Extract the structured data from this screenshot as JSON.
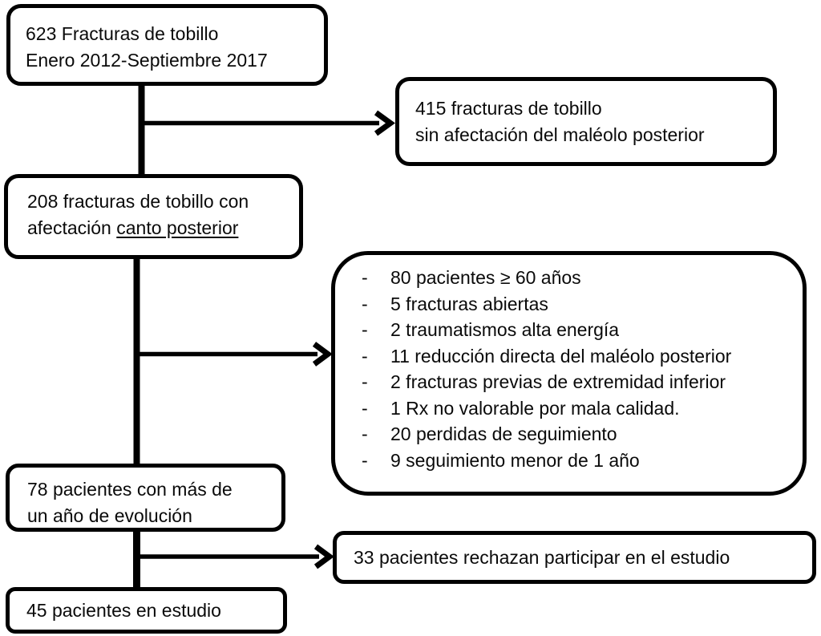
{
  "figure": {
    "dash": "-",
    "colors": {
      "stroke": "#000000",
      "background": "#ffffff",
      "text": "#0a0a0a"
    },
    "boxes": {
      "total": {
        "line1": "623 Fracturas de tobillo",
        "line2": "Enero 2012-Septiembre 2017"
      },
      "excluded_no_posterior": {
        "line1": "415 fracturas de tobillo",
        "line2": "sin afectación del maléolo posterior"
      },
      "posterior_involvement": {
        "line1": "208 fracturas de tobillo con",
        "line2_prefix": "afectación ",
        "line2_underlined": "canto posterior"
      },
      "exclusions": {
        "items": [
          "80 pacientes ≥ 60 años",
          "5 fracturas abiertas",
          "2 traumatismos alta energía",
          "11 reducción directa del maléolo posterior",
          "2 fracturas previas de extremidad inferior",
          "1 Rx no valorable por mala calidad.",
          "20 perdidas de seguimiento",
          "9 seguimiento menor de 1 año"
        ]
      },
      "one_year_followup": {
        "line1": "78 pacientes con más de",
        "line2": "un año de evolución"
      },
      "refused": {
        "text": "33 pacientes rechazan participar en el estudio"
      },
      "final_cohort": {
        "text": "45 pacientes en estudio"
      }
    }
  }
}
